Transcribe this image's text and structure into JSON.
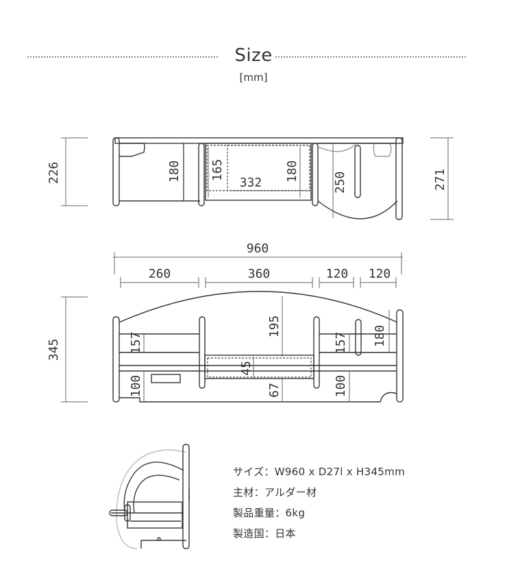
{
  "header": {
    "title": "Size",
    "unit": "[mm]"
  },
  "top_view": {
    "dims": {
      "left_depth": "226",
      "right_depth": "271",
      "left_inner": "180",
      "drawer_inner": "165",
      "drawer_width": "332",
      "drawer_depth": "180",
      "right_inner": "250"
    }
  },
  "front_view": {
    "overall_width": "960",
    "segments": [
      "260",
      "360",
      "120",
      "120"
    ],
    "dims": {
      "height": "345",
      "left_upper": "157",
      "center_upper": "195",
      "right_upper": "157",
      "right_top": "180",
      "left_lower": "100",
      "drawer": "45",
      "center_lower": "67",
      "right_lower": "100"
    }
  },
  "specs": [
    "サイズ：W960 x D27l x H345mm",
    "主材：アルダー材",
    "製品重量：6kg",
    "製造国：日本"
  ]
}
